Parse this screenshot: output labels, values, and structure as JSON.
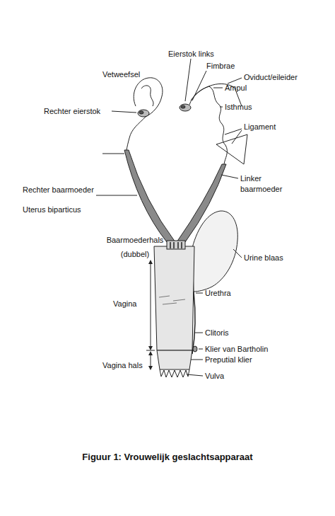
{
  "diagram": {
    "caption": "Figuur 1: Vrouwelijk geslachtsapparaat",
    "labels": [
      "Eierstok links",
      "Fimbrae",
      "Vetweefsel",
      "Oviduct/eileider",
      "Ampul",
      "Rechter eierstok",
      "Isthmus",
      "Ligament",
      "Linker baarmoeder",
      "Rechter baarmoeder",
      "Uterus biparticus",
      "Baarmoederhals (dubbel)",
      "Urine blaas",
      "Vagina",
      "Urethra",
      "Clitoris",
      "Klier van Bartholin",
      "Vagina hals",
      "Preputial klier",
      "Vulva"
    ]
  }
}
